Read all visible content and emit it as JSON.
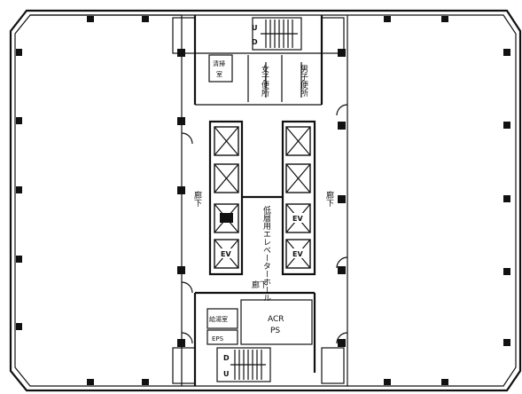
{
  "labels": {
    "womens_toilet": "女子便所",
    "mens_toilet": "男子便所",
    "small_room_top": "清掃",
    "small_room_top_sub": "室",
    "corridor_left": "廊下",
    "corridor_right": "廊下",
    "corridor_bottom": "廊下",
    "lobby": "低層用エレベーターホール",
    "ev": "EV",
    "kitchenette": "給湯室",
    "eps": "EPS",
    "acr": "ACR",
    "ps": "PS",
    "stair_up": "U",
    "stair_down": "D"
  }
}
